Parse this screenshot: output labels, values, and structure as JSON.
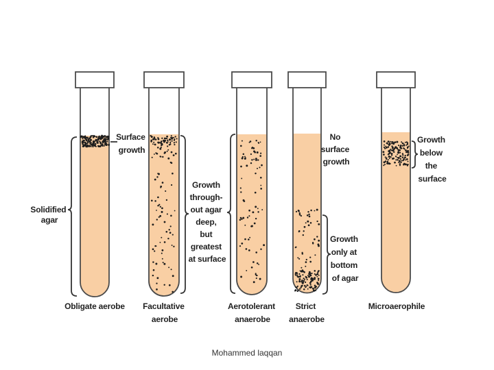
{
  "colors": {
    "agar": "#f9cfa4",
    "outline": "#4a4a4a",
    "dots": "#1e1e1e",
    "text": "#222222"
  },
  "tubes": [
    {
      "id": "obligate-aerobe",
      "caption": [
        "Obligate aerobe"
      ],
      "note": [
        "Surface",
        "growth"
      ],
      "growth": "surface"
    },
    {
      "id": "facultative-aerobe",
      "caption": [
        "Facultative",
        "aerobe"
      ],
      "note": [
        "Growth",
        "through-",
        "out agar",
        "deep,",
        "but",
        "greatest",
        "at surface"
      ],
      "growth": "throughout, greatest at surface"
    },
    {
      "id": "aerotolerant-anaerobe",
      "caption": [
        "Aerotolerant",
        "anaerobe"
      ],
      "note": [],
      "growth": "throughout"
    },
    {
      "id": "strict-anaerobe",
      "caption": [
        "Strict",
        "anaerobe"
      ],
      "note": [
        "No",
        "surface",
        "growth"
      ],
      "note2": [
        "Growth",
        "only at",
        "bottom",
        "of agar"
      ],
      "growth": "bottom"
    },
    {
      "id": "microaerophile",
      "caption": [
        "Microaerophile"
      ],
      "note": [
        "Growth",
        "below",
        "the",
        "surface"
      ],
      "growth": "below surface"
    }
  ],
  "left_label": [
    "Solidified",
    "agar"
  ],
  "footer": "Mohammed  laqqan"
}
